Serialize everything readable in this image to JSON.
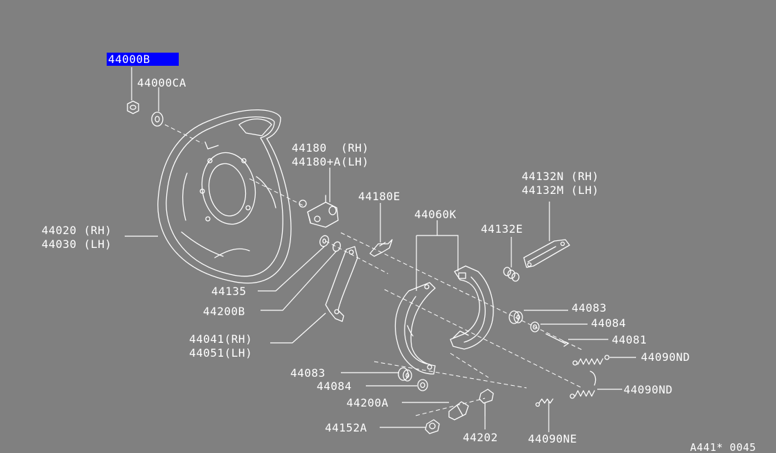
{
  "highlight_color": "#0000ff",
  "background_color": "#808080",
  "labels": {
    "p44000b": "44000B",
    "p44000ca": "44000CA",
    "p44180_rh": "44180  (RH)",
    "p44180a_lh": "44180+A(LH)",
    "p44132n_rh": "44132N (RH)",
    "p44132m_lh": "44132M (LH)",
    "p44180e": "44180E",
    "p44060k": "44060K",
    "p44132e": "44132E",
    "p44020_rh": "44020 (RH)",
    "p44030_lh": "44030 (LH)",
    "p44135": "44135",
    "p44200b": "44200B",
    "p44041_rh": "44041(RH)",
    "p44051_lh": "44051(LH)",
    "p44083_r": "44083",
    "p44084_r": "44084",
    "p44081": "44081",
    "p44090nd_a": "44090ND",
    "p44090nd_b": "44090ND",
    "p44083_l": "44083",
    "p44084_l": "44084",
    "p44200a": "44200A",
    "p44152a": "44152A",
    "p44202": "44202",
    "p44090ne": "44090NE",
    "figure_code": "A441* 0045"
  }
}
